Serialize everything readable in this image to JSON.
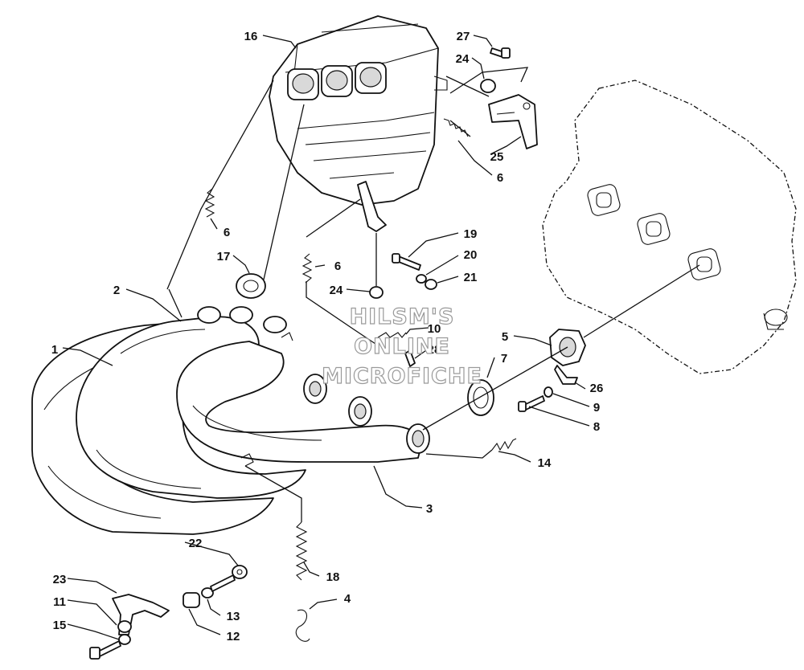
{
  "watermark": {
    "lines": [
      "HILSM'S",
      "ONLINE",
      "MICROFICHE"
    ]
  },
  "callouts": [
    "1",
    "2",
    "3",
    "4",
    "5",
    "6",
    "6",
    "6",
    "6",
    "7",
    "8",
    "9",
    "10",
    "11",
    "12",
    "13",
    "14",
    "15",
    "16",
    "17",
    "18",
    "19",
    "20",
    "21",
    "22",
    "23",
    "24",
    "24",
    "25",
    "26",
    "27",
    "28"
  ]
}
